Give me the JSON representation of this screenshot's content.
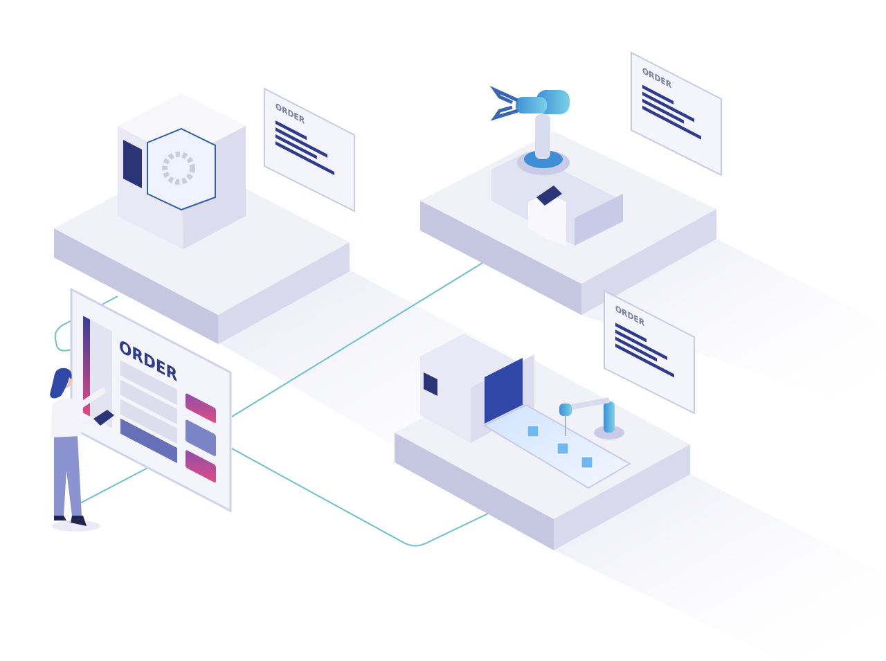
{
  "scene": {
    "main_panel": {
      "title": "ORDER"
    },
    "cards": [
      {
        "title": "ORDER"
      },
      {
        "title": "ORDER"
      },
      {
        "title": "ORDER"
      }
    ]
  },
  "colors": {
    "connector": "#6dbfcf",
    "platform_top": "#f1f1f8",
    "platform_side": "#c5c6e0",
    "navy": "#2e3a8c",
    "accent_pink": "#d9477f",
    "accent_blue": "#5fa6e8"
  }
}
